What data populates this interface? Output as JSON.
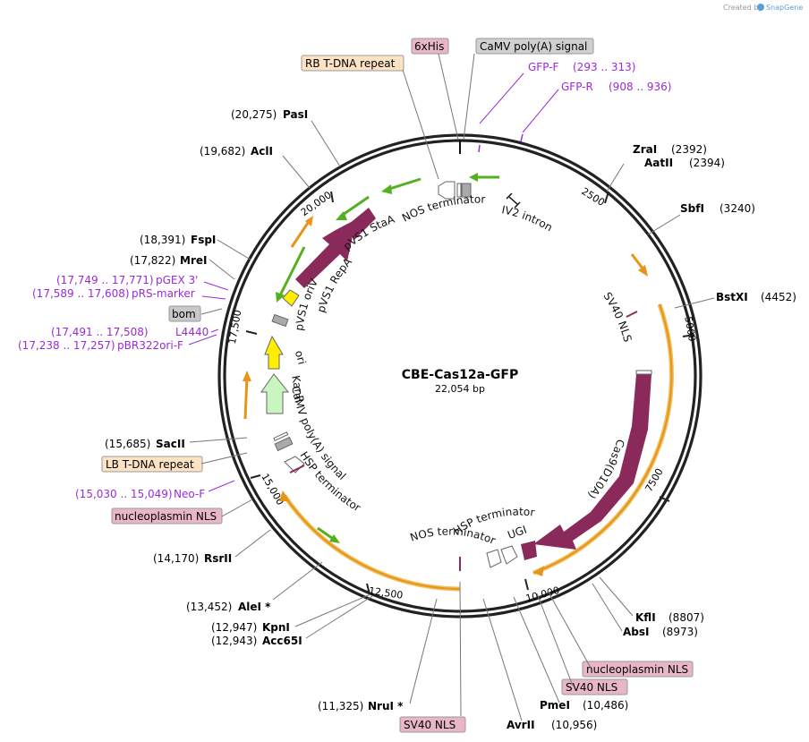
{
  "credit": {
    "prefix": "Created by",
    "brand": "SnapGene"
  },
  "center": {
    "name": "CBE-Cas12a-GFP",
    "size": "22,054 bp"
  },
  "colors": {
    "orange": "#f0a020",
    "green": "#55b020",
    "maroon": "#8a2a5a",
    "yellow": "#ffee00",
    "mint": "#c8f5c0",
    "gray": "#9a9a9a",
    "primer": "#9a2bd6"
  },
  "ticks": [
    "2500",
    "5000",
    "7500",
    "10,000",
    "12,500",
    "15,000",
    "17,500",
    "20,000"
  ],
  "enzymes": [
    {
      "name": "ZraI",
      "pos": "(2392)"
    },
    {
      "name": "AatII",
      "pos": "(2394)"
    },
    {
      "name": "SbfI",
      "pos": "(3240)"
    },
    {
      "name": "BstXI",
      "pos": "(4452)"
    },
    {
      "name": "KflI",
      "pos": "(8807)"
    },
    {
      "name": "AbsI",
      "pos": "(8973)"
    },
    {
      "name": "PmeI",
      "pos": "(10,486)"
    },
    {
      "name": "AvrII",
      "pos": "(10,956)"
    },
    {
      "name": "NruI *",
      "pos": "(11,325)"
    },
    {
      "name": "Acc65I",
      "pos": "(12,943)"
    },
    {
      "name": "KpnI",
      "pos": "(12,947)"
    },
    {
      "name": "AleI *",
      "pos": "(13,452)"
    },
    {
      "name": "RsrII",
      "pos": "(14,170)"
    },
    {
      "name": "SacII",
      "pos": "(15,685)"
    },
    {
      "name": "MreI",
      "pos": "(17,822)"
    },
    {
      "name": "FspI",
      "pos": "(18,391)"
    },
    {
      "name": "AclI",
      "pos": "(19,682)"
    },
    {
      "name": "PasI",
      "pos": "(20,275)"
    }
  ],
  "primers": [
    {
      "name": "GFP-F",
      "pos": "(293 .. 313)"
    },
    {
      "name": "GFP-R",
      "pos": "(908 .. 936)"
    },
    {
      "name": "pGEX 3'",
      "pos": "(17,749 .. 17,771)"
    },
    {
      "name": "pRS-marker",
      "pos": "(17,589 .. 17,608)"
    },
    {
      "name": "L4440",
      "pos": "(17,491 .. 17,508)"
    },
    {
      "name": "pBR322ori-F",
      "pos": "(17,238 .. 17,257)"
    },
    {
      "name": "Neo-F",
      "pos": "(15,030 .. 15,049)"
    }
  ],
  "boxed": [
    {
      "name": "6xHis"
    },
    {
      "name": "CaMV poly(A) signal"
    },
    {
      "name": "RB T-DNA repeat"
    },
    {
      "name": "bom"
    },
    {
      "name": "LB T-DNA repeat"
    },
    {
      "name": "nucleoplasmin NLS"
    },
    {
      "name": "nucleoplasmin NLS"
    },
    {
      "name": "SV40 NLS"
    },
    {
      "name": "SV40 NLS"
    }
  ],
  "features": {
    "nos_top": "NOS terminator",
    "iv2": "IV2 intron",
    "pvs1_staa": "pVS1 StaA",
    "pvs1_repa": "pVS1 RepA",
    "pvs1_oriv": "pVS1 oriV",
    "sv40_nls": "SV40 NLS",
    "ori": "ori",
    "kanr": "KanR",
    "camv": "CaMV poly(A) signal",
    "hsp_left": "HSP terminator",
    "cas9": "Cas9(D10A)",
    "hsp_bottom": "HSP terminator",
    "ugi": "UGI",
    "nos_bottom": "NOS terminator"
  }
}
